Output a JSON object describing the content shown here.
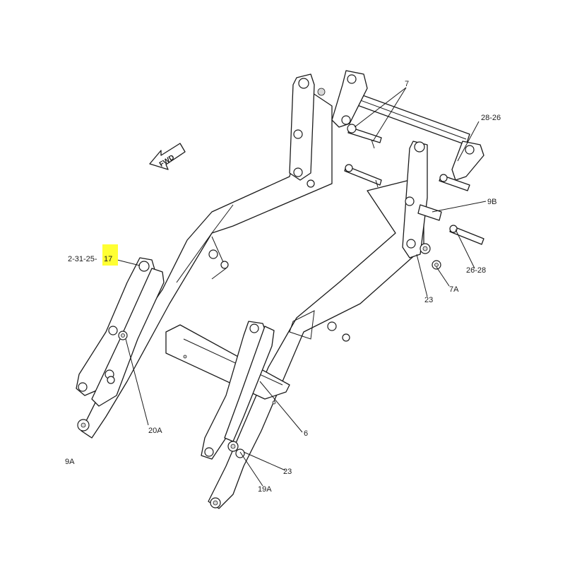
{
  "diagram": {
    "direction_marker": {
      "label": "FWD",
      "icon": "forward-arrow-icon"
    },
    "highlight_color": "#ffff33",
    "part_reference": {
      "prefix": "2-31-25-",
      "highlighted": "17"
    },
    "callouts": [
      {
        "id": "c7",
        "label": "7"
      },
      {
        "id": "c2826",
        "label": "28-26"
      },
      {
        "id": "c9b",
        "label": "9B"
      },
      {
        "id": "c2628",
        "label": "26-28"
      },
      {
        "id": "c7a",
        "label": "7A"
      },
      {
        "id": "c23a",
        "label": "23"
      },
      {
        "id": "c20a",
        "label": "20A"
      },
      {
        "id": "c9a",
        "label": "9A"
      },
      {
        "id": "c6",
        "label": "6"
      },
      {
        "id": "c23b",
        "label": "23"
      },
      {
        "id": "c19a",
        "label": "19A"
      }
    ]
  }
}
